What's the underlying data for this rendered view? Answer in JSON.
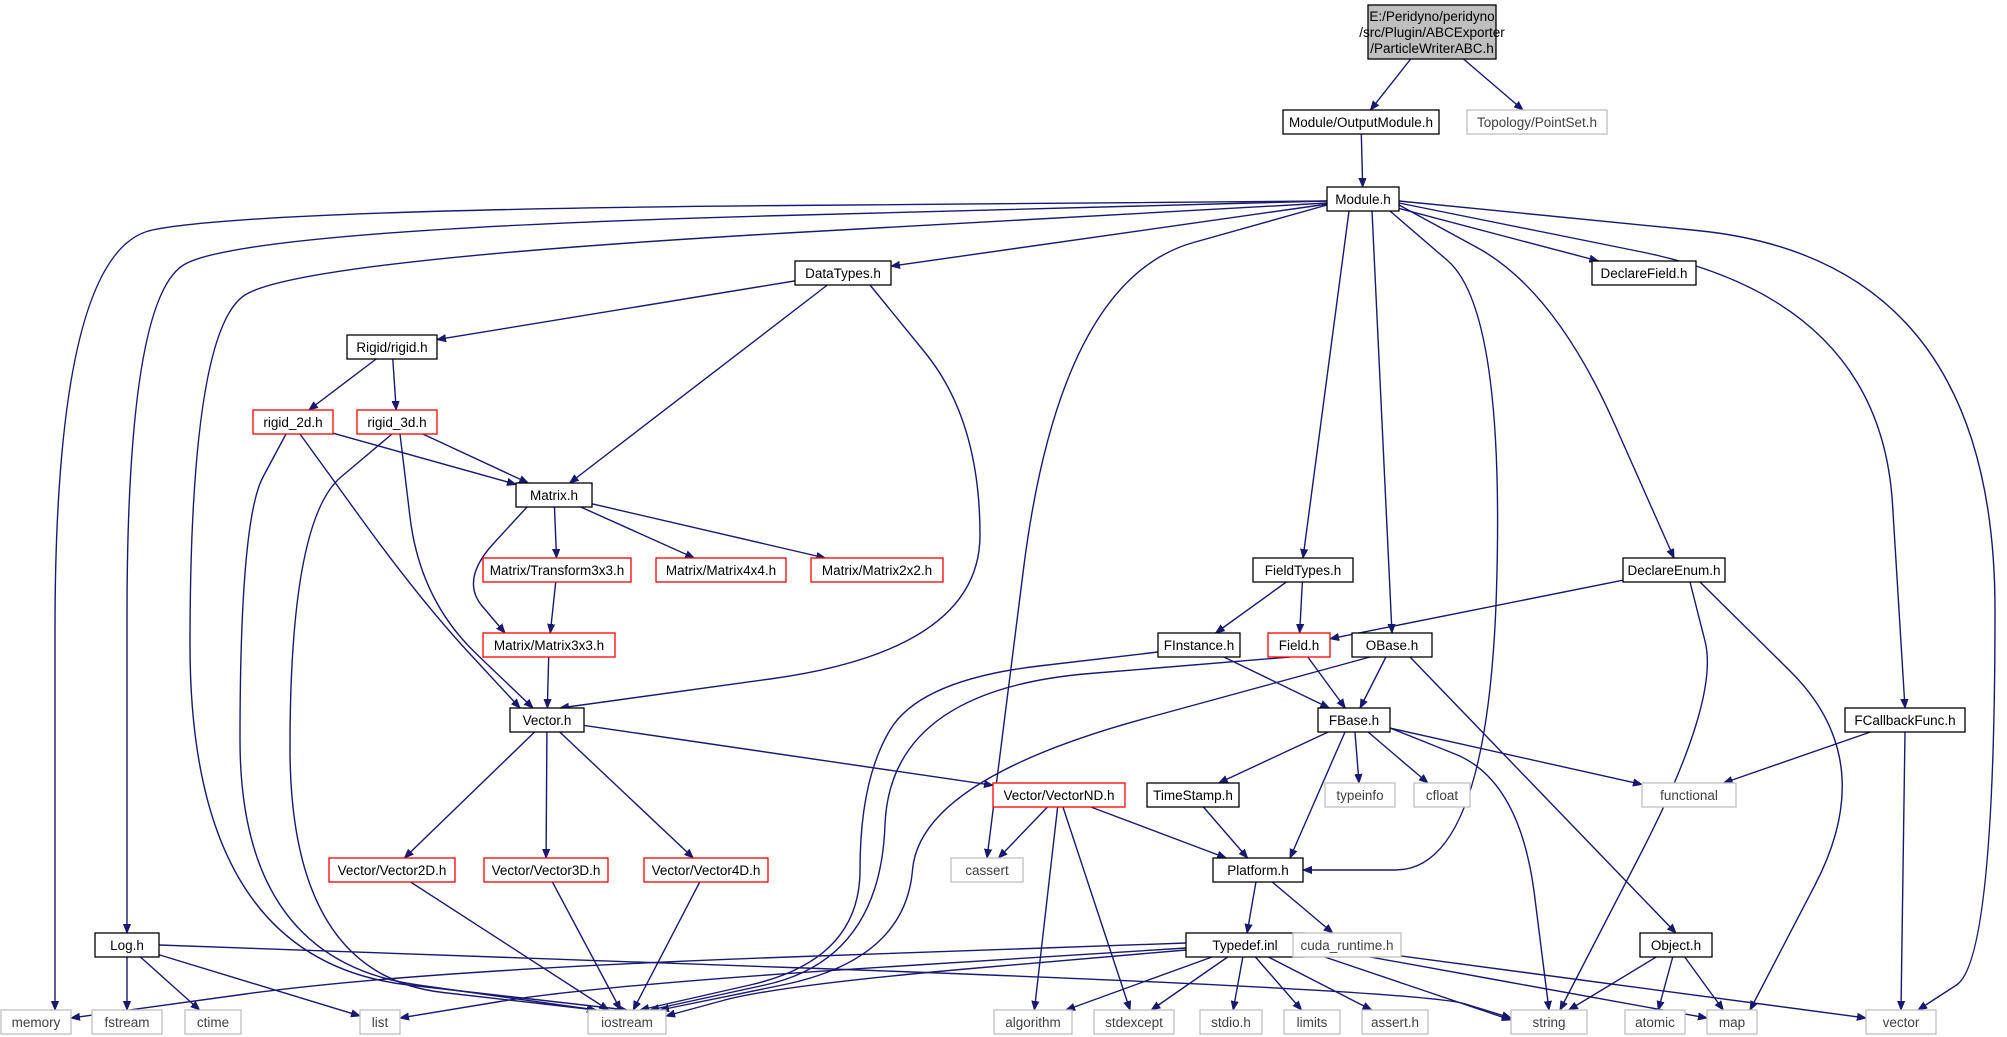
{
  "colors": {
    "edge": "#191970",
    "border_normal": "#000000",
    "border_truncated": "#ff0000",
    "border_external": "#bfbfbf",
    "root_fill": "#bfbfbf",
    "text_normal": "#000000",
    "text_external": "#404040"
  },
  "nodes": [
    {
      "id": "root",
      "lines": [
        "E:/Peridyno/peridyno",
        "/src/Plugin/ABCExporter",
        "/ParticleWriterABC.h"
      ],
      "kind": "root"
    },
    {
      "id": "outputmodule",
      "lines": [
        "Module/OutputModule.h"
      ],
      "kind": "normal"
    },
    {
      "id": "pointset",
      "lines": [
        "Topology/PointSet.h"
      ],
      "kind": "external"
    },
    {
      "id": "module",
      "lines": [
        "Module.h"
      ],
      "kind": "normal"
    },
    {
      "id": "datatypes",
      "lines": [
        "DataTypes.h"
      ],
      "kind": "normal"
    },
    {
      "id": "declarefield",
      "lines": [
        "DeclareField.h"
      ],
      "kind": "normal"
    },
    {
      "id": "rigid",
      "lines": [
        "Rigid/rigid.h"
      ],
      "kind": "normal"
    },
    {
      "id": "rigid2d",
      "lines": [
        "rigid_2d.h"
      ],
      "kind": "truncated"
    },
    {
      "id": "rigid3d",
      "lines": [
        "rigid_3d.h"
      ],
      "kind": "truncated"
    },
    {
      "id": "matrix",
      "lines": [
        "Matrix.h"
      ],
      "kind": "normal"
    },
    {
      "id": "transform3x3",
      "lines": [
        "Matrix/Transform3x3.h"
      ],
      "kind": "truncated"
    },
    {
      "id": "matrix4x4",
      "lines": [
        "Matrix/Matrix4x4.h"
      ],
      "kind": "truncated"
    },
    {
      "id": "matrix2x2",
      "lines": [
        "Matrix/Matrix2x2.h"
      ],
      "kind": "truncated"
    },
    {
      "id": "matrix3x3",
      "lines": [
        "Matrix/Matrix3x3.h"
      ],
      "kind": "truncated"
    },
    {
      "id": "vector",
      "lines": [
        "Vector.h"
      ],
      "kind": "normal"
    },
    {
      "id": "fieldtypes",
      "lines": [
        "FieldTypes.h"
      ],
      "kind": "normal"
    },
    {
      "id": "declareenum",
      "lines": [
        "DeclareEnum.h"
      ],
      "kind": "normal"
    },
    {
      "id": "finstance",
      "lines": [
        "FInstance.h"
      ],
      "kind": "normal"
    },
    {
      "id": "field",
      "lines": [
        "Field.h"
      ],
      "kind": "truncated"
    },
    {
      "id": "obase",
      "lines": [
        "OBase.h"
      ],
      "kind": "normal"
    },
    {
      "id": "fcallback",
      "lines": [
        "FCallbackFunc.h"
      ],
      "kind": "normal"
    },
    {
      "id": "fbase",
      "lines": [
        "FBase.h"
      ],
      "kind": "normal"
    },
    {
      "id": "vectornd",
      "lines": [
        "Vector/VectorND.h"
      ],
      "kind": "truncated"
    },
    {
      "id": "timestamp",
      "lines": [
        "TimeStamp.h"
      ],
      "kind": "normal"
    },
    {
      "id": "typeinfo",
      "lines": [
        "typeinfo"
      ],
      "kind": "external"
    },
    {
      "id": "cfloat",
      "lines": [
        "cfloat"
      ],
      "kind": "external"
    },
    {
      "id": "functional",
      "lines": [
        "functional"
      ],
      "kind": "external"
    },
    {
      "id": "vector2d",
      "lines": [
        "Vector/Vector2D.h"
      ],
      "kind": "truncated"
    },
    {
      "id": "vector3d",
      "lines": [
        "Vector/Vector3D.h"
      ],
      "kind": "truncated"
    },
    {
      "id": "vector4d",
      "lines": [
        "Vector/Vector4D.h"
      ],
      "kind": "truncated"
    },
    {
      "id": "cassert",
      "lines": [
        "cassert"
      ],
      "kind": "external"
    },
    {
      "id": "platform",
      "lines": [
        "Platform.h"
      ],
      "kind": "normal"
    },
    {
      "id": "log",
      "lines": [
        "Log.h"
      ],
      "kind": "normal"
    },
    {
      "id": "typedef",
      "lines": [
        "Typedef.inl"
      ],
      "kind": "normal"
    },
    {
      "id": "cudaruntime",
      "lines": [
        "cuda_runtime.h"
      ],
      "kind": "external"
    },
    {
      "id": "object",
      "lines": [
        "Object.h"
      ],
      "kind": "normal"
    },
    {
      "id": "memory",
      "lines": [
        "memory"
      ],
      "kind": "external"
    },
    {
      "id": "fstream",
      "lines": [
        "fstream"
      ],
      "kind": "external"
    },
    {
      "id": "ctime",
      "lines": [
        "ctime"
      ],
      "kind": "external"
    },
    {
      "id": "list",
      "lines": [
        "list"
      ],
      "kind": "external"
    },
    {
      "id": "iostream",
      "lines": [
        "iostream"
      ],
      "kind": "external"
    },
    {
      "id": "algorithm",
      "lines": [
        "algorithm"
      ],
      "kind": "external"
    },
    {
      "id": "stdexcept",
      "lines": [
        "stdexcept"
      ],
      "kind": "external"
    },
    {
      "id": "stdio",
      "lines": [
        "stdio.h"
      ],
      "kind": "external"
    },
    {
      "id": "limits",
      "lines": [
        "limits"
      ],
      "kind": "external"
    },
    {
      "id": "asserth",
      "lines": [
        "assert.h"
      ],
      "kind": "external"
    },
    {
      "id": "string",
      "lines": [
        "string"
      ],
      "kind": "external"
    },
    {
      "id": "atomic",
      "lines": [
        "atomic"
      ],
      "kind": "external"
    },
    {
      "id": "map",
      "lines": [
        "map"
      ],
      "kind": "external"
    },
    {
      "id": "vectorstd",
      "lines": [
        "vector"
      ],
      "kind": "external"
    }
  ],
  "edges": [
    [
      "root",
      "outputmodule"
    ],
    [
      "root",
      "pointset"
    ],
    [
      "outputmodule",
      "module"
    ],
    [
      "module",
      "datatypes"
    ],
    [
      "module",
      "declarefield"
    ],
    [
      "module",
      "memory"
    ],
    [
      "module",
      "log"
    ],
    [
      "module",
      "iostream"
    ],
    [
      "module",
      "cassert"
    ],
    [
      "module",
      "fieldtypes"
    ],
    [
      "module",
      "obase"
    ],
    [
      "module",
      "platform"
    ],
    [
      "module",
      "declareenum"
    ],
    [
      "module",
      "fcallback"
    ],
    [
      "module",
      "vectorstd"
    ],
    [
      "datatypes",
      "rigid"
    ],
    [
      "datatypes",
      "matrix"
    ],
    [
      "datatypes",
      "vector"
    ],
    [
      "rigid",
      "rigid2d"
    ],
    [
      "rigid",
      "rigid3d"
    ],
    [
      "rigid2d",
      "matrix"
    ],
    [
      "rigid2d",
      "vector"
    ],
    [
      "rigid2d",
      "iostream"
    ],
    [
      "rigid3d",
      "matrix"
    ],
    [
      "rigid3d",
      "vector"
    ],
    [
      "rigid3d",
      "iostream"
    ],
    [
      "matrix",
      "transform3x3"
    ],
    [
      "matrix",
      "matrix4x4"
    ],
    [
      "matrix",
      "matrix2x2"
    ],
    [
      "matrix",
      "matrix3x3"
    ],
    [
      "transform3x3",
      "matrix3x3"
    ],
    [
      "matrix3x3",
      "vector"
    ],
    [
      "vector",
      "vector2d"
    ],
    [
      "vector",
      "vector3d"
    ],
    [
      "vector",
      "vector4d"
    ],
    [
      "vector",
      "vectornd"
    ],
    [
      "vector2d",
      "iostream"
    ],
    [
      "vector3d",
      "iostream"
    ],
    [
      "vector4d",
      "iostream"
    ],
    [
      "vectornd",
      "cassert"
    ],
    [
      "vectornd",
      "platform"
    ],
    [
      "vectornd",
      "algorithm"
    ],
    [
      "vectornd",
      "stdexcept"
    ],
    [
      "fieldtypes",
      "finstance"
    ],
    [
      "fieldtypes",
      "field"
    ],
    [
      "finstance",
      "fbase"
    ],
    [
      "finstance",
      "iostream"
    ],
    [
      "field",
      "fbase"
    ],
    [
      "field",
      "iostream"
    ],
    [
      "declareenum",
      "field"
    ],
    [
      "declareenum",
      "string"
    ],
    [
      "declareenum",
      "map"
    ],
    [
      "obase",
      "fbase"
    ],
    [
      "obase",
      "iostream"
    ],
    [
      "obase",
      "object"
    ],
    [
      "fbase",
      "timestamp"
    ],
    [
      "fbase",
      "platform"
    ],
    [
      "fbase",
      "typeinfo"
    ],
    [
      "fbase",
      "cfloat"
    ],
    [
      "fbase",
      "functional"
    ],
    [
      "fbase",
      "string"
    ],
    [
      "fcallback",
      "functional"
    ],
    [
      "fcallback",
      "vectorstd"
    ],
    [
      "timestamp",
      "platform"
    ],
    [
      "platform",
      "typedef"
    ],
    [
      "platform",
      "cudaruntime"
    ],
    [
      "log",
      "fstream"
    ],
    [
      "log",
      "ctime"
    ],
    [
      "log",
      "list"
    ],
    [
      "log",
      "string"
    ],
    [
      "typedef",
      "memory"
    ],
    [
      "typedef",
      "list"
    ],
    [
      "typedef",
      "iostream"
    ],
    [
      "typedef",
      "algorithm"
    ],
    [
      "typedef",
      "stdexcept"
    ],
    [
      "typedef",
      "stdio"
    ],
    [
      "typedef",
      "limits"
    ],
    [
      "typedef",
      "asserth"
    ],
    [
      "typedef",
      "string"
    ],
    [
      "typedef",
      "map"
    ],
    [
      "typedef",
      "vectorstd"
    ],
    [
      "object",
      "string"
    ],
    [
      "object",
      "atomic"
    ],
    [
      "object",
      "map"
    ]
  ]
}
